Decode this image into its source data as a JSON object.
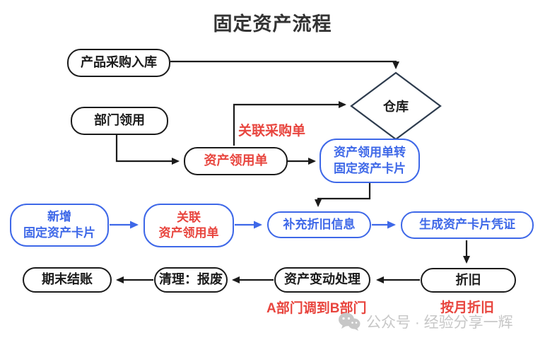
{
  "title": "固定资产流程",
  "colors": {
    "accent_blue": "#3e68e8",
    "accent_red": "#e8453e",
    "node_black": "#1b1b1b",
    "diamond_border": "#2e3c4e",
    "title_color": "#333333",
    "watermark_gray": "#c7c7c7"
  },
  "nodes": {
    "purchase_in": {
      "label": "产品采购入库"
    },
    "warehouse": {
      "label": "仓库"
    },
    "dept_requisition": {
      "label": "部门领用"
    },
    "asset_requisition": {
      "label": "资产领用单"
    },
    "requisition_to_card": {
      "label": "资产领用单转\n固定资产卡片"
    },
    "new_asset_card": {
      "label": "新增\n固定资产卡片"
    },
    "link_requisition": {
      "label": "关联\n资产领用单"
    },
    "depreciation_info": {
      "label": "补充折旧信息"
    },
    "generate_voucher": {
      "label": "生成资产卡片凭证"
    },
    "depreciation": {
      "label": "折旧"
    },
    "asset_change": {
      "label": "资产变动处理"
    },
    "cleanup_scrap": {
      "label": "清理：报废"
    },
    "period_end_close": {
      "label": "期末结账"
    }
  },
  "annotations": {
    "link_purchase_order": "关联采购单",
    "dept_transfer": "A部门调到B部门",
    "monthly_depreciation": "按月折旧"
  },
  "watermark": {
    "icon": "wechat-icon",
    "text": "公众号 · 经验分享一辉"
  }
}
